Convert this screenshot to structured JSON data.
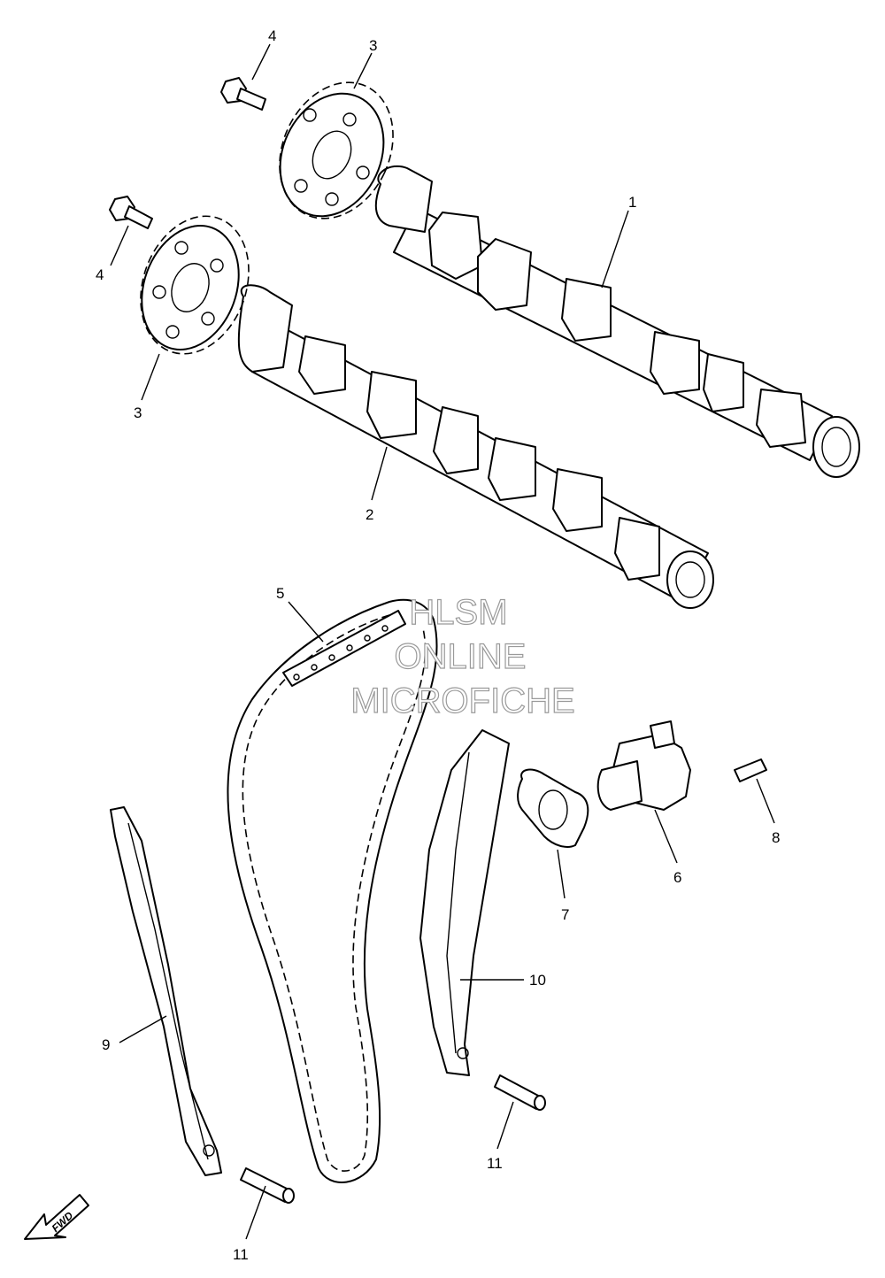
{
  "watermark": {
    "line1": "HLSM",
    "line2": "ONLINE",
    "line3": "MICROFICHE"
  },
  "callouts": {
    "camshaft_1": "1",
    "camshaft_2": "2",
    "sprocket_upper": "3",
    "sprocket_lower": "3",
    "bolt_upper": "4",
    "bolt_lower": "4",
    "chain": "5",
    "tensioner": "6",
    "gasket": "7",
    "tensioner_bolt": "8",
    "guide_left": "9",
    "guide_right": "10",
    "pin_right": "11",
    "pin_left": "11"
  },
  "fwd_label": "FWD"
}
